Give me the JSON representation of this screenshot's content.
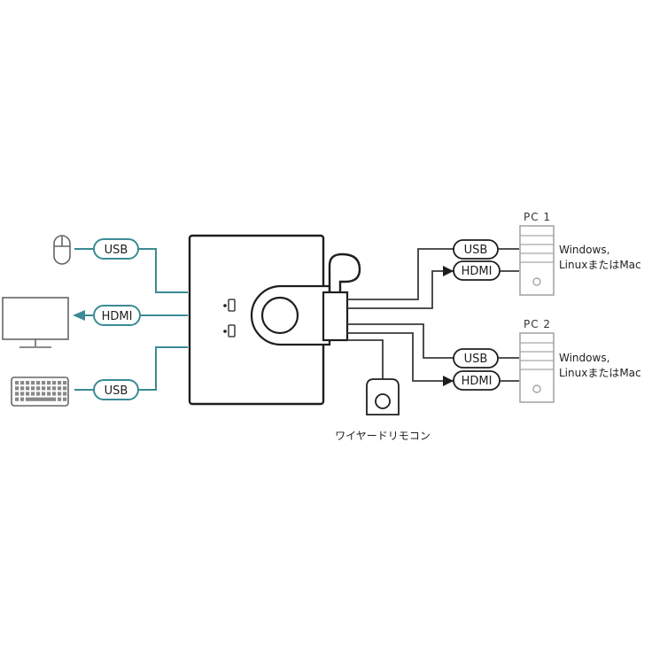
{
  "colors": {
    "teal": "#3a8b95",
    "line": "#1e1e1e",
    "pc_gray": "#a6a6a6",
    "device_gray": "#666666"
  },
  "left_devices": [
    {
      "icon": "mouse-icon",
      "connector": "USB",
      "direction": "to-switch"
    },
    {
      "icon": "monitor-icon",
      "connector": "HDMI",
      "direction": "to-device"
    },
    {
      "icon": "keyboard-icon",
      "connector": "USB",
      "direction": "to-switch"
    }
  ],
  "pcs": [
    {
      "label": "PC 1",
      "os_line1": "Windows,",
      "os_line2": "LinuxまたはMac",
      "connectors": [
        "USB",
        "HDMI"
      ]
    },
    {
      "label": "PC 2",
      "os_line1": "Windows,",
      "os_line2": "LinuxまたはMac",
      "connectors": [
        "USB",
        "HDMI"
      ]
    }
  ],
  "remote": {
    "label": "ワイヤードリモコン",
    "icon": "remote-button-icon"
  }
}
